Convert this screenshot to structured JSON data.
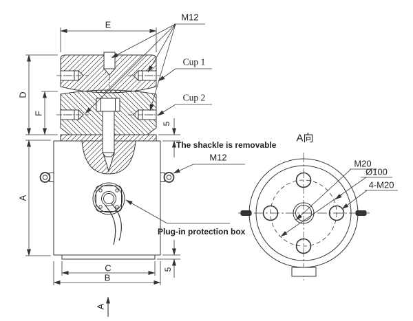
{
  "drawing": {
    "colors": {
      "line": "#333333",
      "background": "#ffffff"
    },
    "left_view": {
      "dims": {
        "e": "E",
        "d": "D",
        "f": "F",
        "a": "A",
        "c": "C",
        "b": "B",
        "five_top": "5",
        "five_bottom": "5"
      },
      "labels": {
        "m12_top": "M12",
        "cup1": "Cup 1",
        "cup2": "Cup 2",
        "shackle_note": "The shackle is removable",
        "m12_shackle": "M12",
        "plug_note": "Plug-in protection box",
        "section_letter": "A"
      }
    },
    "right_view": {
      "title": "A向",
      "labels": {
        "m20": "M20",
        "d100": "Ø100",
        "four_m20": "4-M20"
      }
    }
  }
}
